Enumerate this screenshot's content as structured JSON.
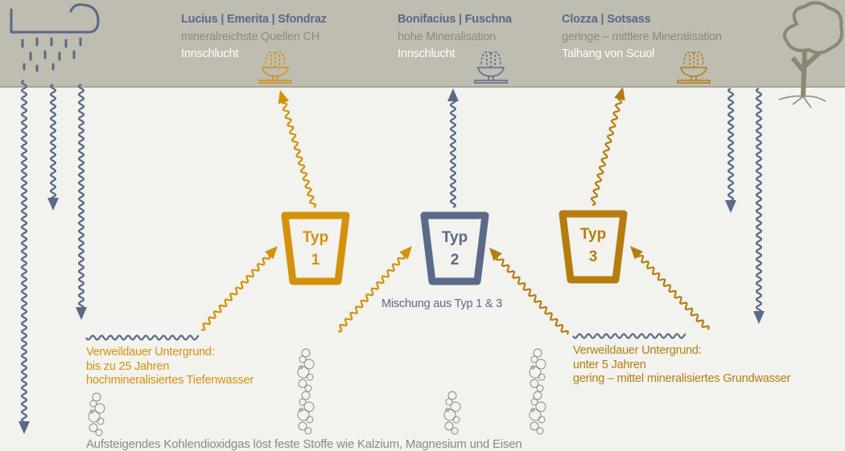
{
  "springs": [
    {
      "title": "Lucius | Emerita | Sfondraz",
      "desc": "mineralreichste Quellen CH",
      "location": "Innschlucht"
    },
    {
      "title": "Bonifacius | Fuschna",
      "desc": "hohe Mineralisation",
      "location": "Innschlucht"
    },
    {
      "title": "Clozza | Sotsass",
      "desc": "geringe – mittlere Mineralisation",
      "location": "Talhang von Scuol"
    }
  ],
  "types": [
    {
      "label": "Typ",
      "num": "1"
    },
    {
      "label": "Typ",
      "num": "2"
    },
    {
      "label": "Typ",
      "num": "3"
    }
  ],
  "mix_label": "Mischung aus Typ 1 & 3",
  "left_note": {
    "l1": "Verweildauer Untergrund:",
    "l2": "bis zu 25 Jahren",
    "l3": "hochmineralisiertes Tiefenwasser"
  },
  "right_note": {
    "l1": "Verweildauer Untergrund:",
    "l2": "unter 5 Jahren",
    "l3": "gering – mittel mineralisiertes Grundwasser"
  },
  "footer": "Aufsteigendes Kohlendioxidgas löst feste Stoffe wie Kalzium, Magnesium und Eisen",
  "colors": {
    "blue": "#5a6a88",
    "gold": "#d4920a",
    "dark_gold": "#b57d10",
    "header": "#bfbcb1",
    "tree": "#8a8774"
  },
  "icons": [
    "rain-cloud-icon",
    "fountain-icon",
    "tree-icon",
    "bubbles-icon"
  ]
}
